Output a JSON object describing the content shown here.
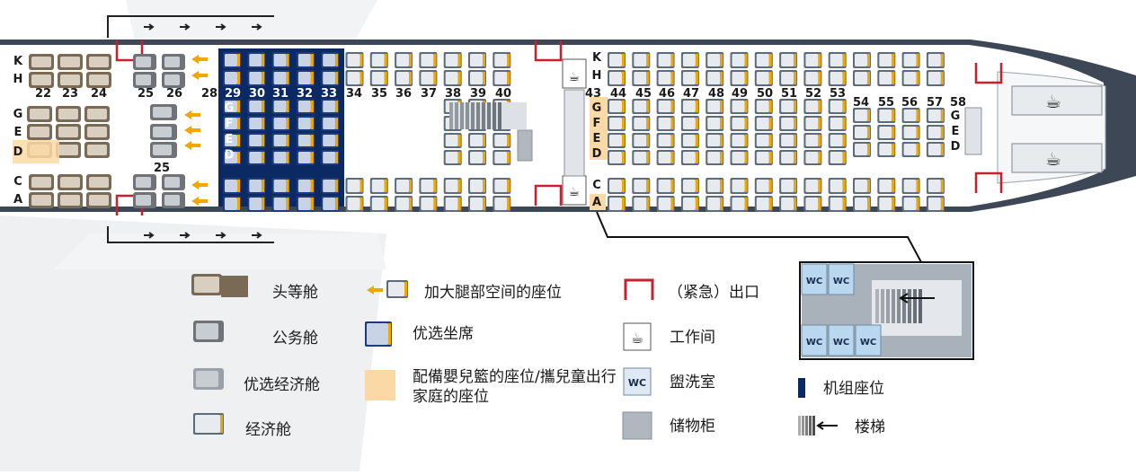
{
  "colors": {
    "first": "#7a6a55",
    "business": "#6f7378",
    "premium": "#9aa1a8",
    "economy_accent": "#f0a800",
    "preferred": "#0b2a63",
    "bassinet": "#fbd9a6",
    "exit": "#c8202e",
    "fuselage": "#3d4756",
    "storage": "#b0b7be"
  },
  "diagram": {
    "row_numbers_upper": [
      "22",
      "23",
      "24",
      "25",
      "26",
      "28",
      "29",
      "30",
      "31",
      "32",
      "33",
      "34",
      "35",
      "36",
      "37",
      "38",
      "39",
      "40",
      "43",
      "44",
      "45",
      "46",
      "47",
      "48",
      "49",
      "50",
      "51",
      "52",
      "53",
      "54",
      "55",
      "56",
      "57",
      "58"
    ],
    "row_number_lower": "25",
    "seat_letters_left": [
      "K",
      "H",
      "G",
      "E",
      "D",
      "C",
      "A"
    ],
    "seat_letters_mid_left": [
      "G",
      "E",
      "D"
    ],
    "seat_letters_preferred": [
      "G",
      "F",
      "E",
      "D"
    ],
    "seat_letters_upper_deck": [
      "K",
      "H",
      "G",
      "F",
      "E",
      "D",
      "C",
      "A"
    ],
    "seat_letters_rear": [
      "G",
      "E",
      "D"
    ]
  },
  "legend": {
    "first_class": "头等舱",
    "business_class": "公务舱",
    "premium_economy": "优选经济舱",
    "economy": "经济舱",
    "extra_legroom": "加大腿部空间的座位",
    "preferred_seat": "优选坐席",
    "bassinet": "配備嬰兒籃的座位/攜兒童出行家庭的座位",
    "exit": "（紧急）出口",
    "galley": "工作间",
    "lavatory": "盥洗室",
    "lavatory_badge": "WC",
    "storage": "储物柜",
    "crew_seat": "机组座位",
    "stairs": "楼梯"
  },
  "inset": {
    "wc_labels": [
      "WC",
      "WC",
      "WC",
      "WC",
      "WC"
    ]
  }
}
